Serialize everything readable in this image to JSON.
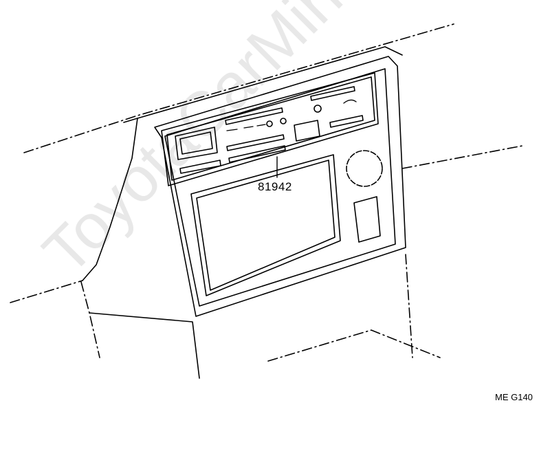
{
  "part_number": "81942",
  "figure_code": "ME G140",
  "watermark": "ToyotaCarMine.ru"
}
